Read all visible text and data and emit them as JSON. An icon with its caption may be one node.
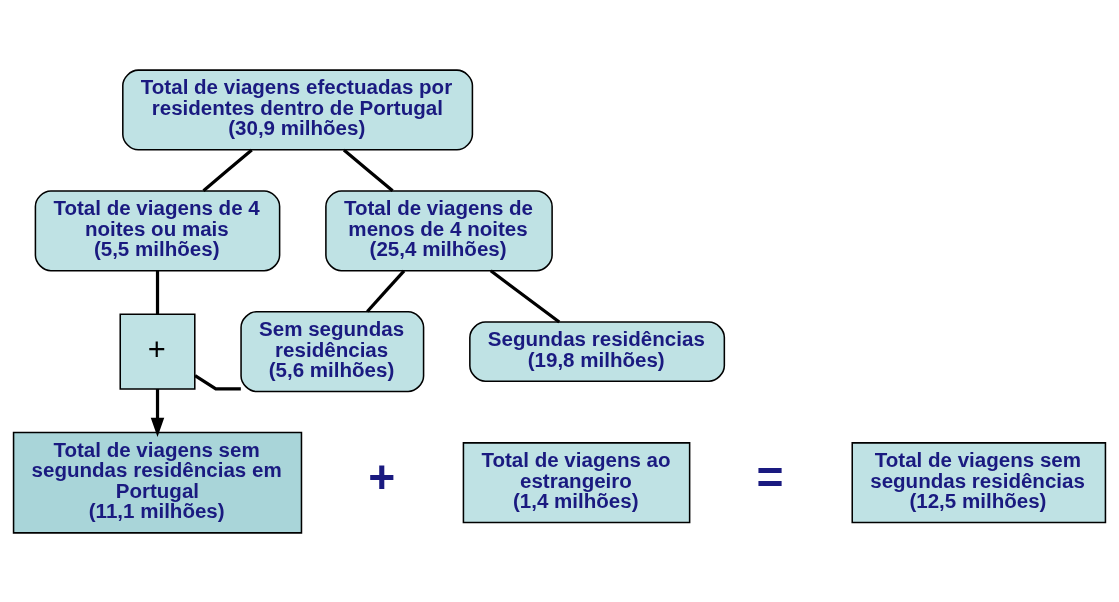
{
  "diagram": {
    "nodes": [
      {
        "text": [
          "Total de viagens efectuadas por residentes dentro de Portugal",
          "(30,9 milhões)"
        ]
      },
      {
        "text": [
          "Total de viagens de 4 noites ou mais",
          "(5,5 milhões)"
        ]
      },
      {
        "text": [
          "Total de viagens de menos de 4 noites",
          "(25,4 milhões)"
        ]
      },
      {
        "text": [
          "Sem segundas residências",
          "(5,6 milhões)"
        ]
      },
      {
        "text": [
          "Segundas residências",
          "(19,8 milhões)"
        ]
      },
      {
        "text": [
          "+"
        ]
      },
      {
        "text": [
          "Total de viagens sem segundas residências em Portugal",
          "(11,1 milhões)"
        ]
      },
      {
        "text": [
          "Total de viagens ao estrangeiro",
          "(1,4 milhões)"
        ]
      },
      {
        "text": [
          "Total de viagens sem segundas residências",
          "(12,5 milhões)"
        ]
      }
    ],
    "edges": [
      {
        "from": 0,
        "to": 1,
        "arrow": "none"
      },
      {
        "from": 0,
        "to": 2,
        "arrow": "none"
      },
      {
        "from": 2,
        "to": 3,
        "arrow": "none"
      },
      {
        "from": 2,
        "to": 4,
        "arrow": "none"
      },
      {
        "from": 1,
        "to": 5,
        "arrow": "none"
      },
      {
        "from": 3,
        "to": 5,
        "arrow": "none"
      },
      {
        "from": 5,
        "to": 6,
        "arrow": "to"
      }
    ],
    "labels": [
      "+",
      "="
    ]
  }
}
